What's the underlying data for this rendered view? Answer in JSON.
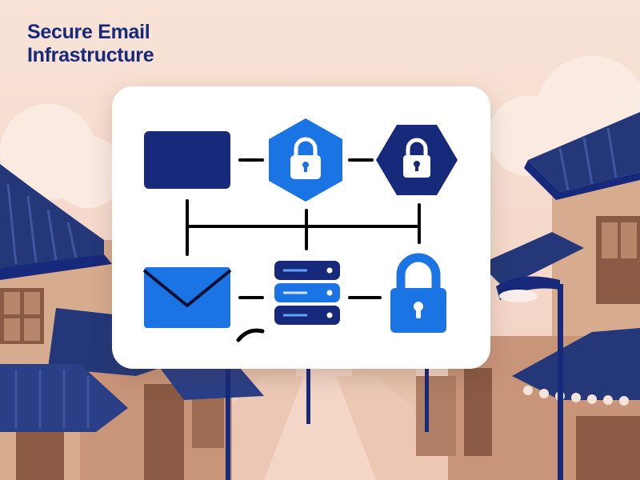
{
  "header": {
    "title_line1": "Secure Email",
    "title_line2": "Infrastructure"
  },
  "colors": {
    "navy": "#17297a",
    "blue": "#1b74e4",
    "sky": "#f6dcd0",
    "roof_navy": "#2a3f86",
    "wall_light": "#d7ab8e",
    "wall_dark": "#b07e64"
  },
  "diagram": {
    "nodes": [
      {
        "name": "navy-box-node",
        "icon": "rectangle"
      },
      {
        "name": "blue-hexagon-lock-node",
        "icon": "lock-icon"
      },
      {
        "name": "navy-hexagon-lock-node",
        "icon": "lock-icon"
      },
      {
        "name": "mail-envelope-node",
        "icon": "mail-icon"
      },
      {
        "name": "server-stack-node",
        "icon": "server-icon"
      },
      {
        "name": "padlock-node",
        "icon": "padlock-icon"
      }
    ]
  }
}
